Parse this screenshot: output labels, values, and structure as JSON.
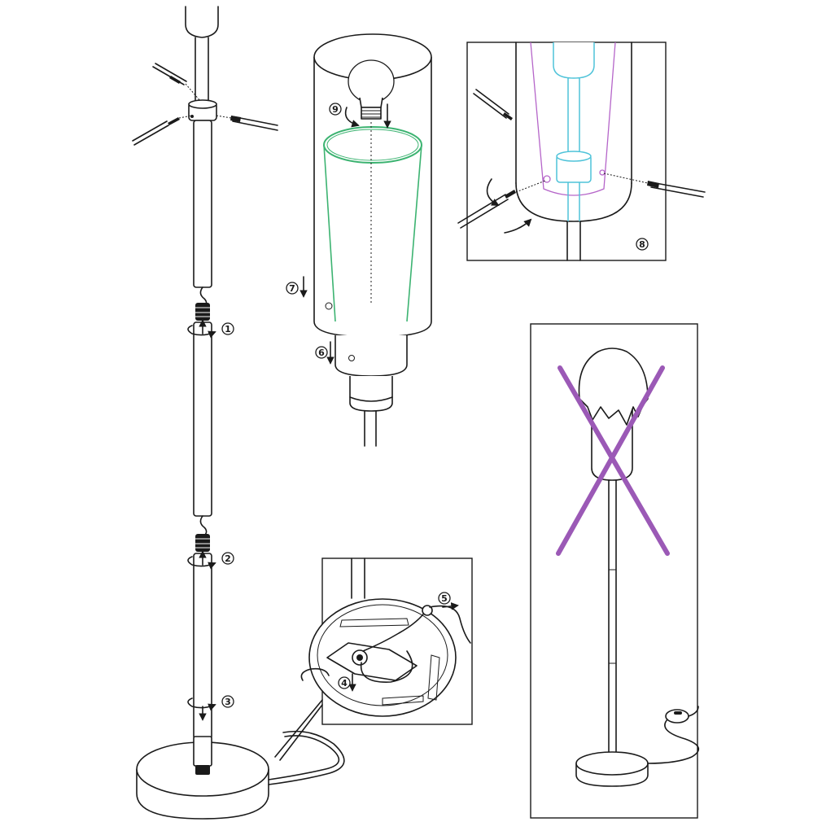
{
  "steps": [
    {
      "number": "1"
    },
    {
      "number": "2"
    },
    {
      "number": "3"
    },
    {
      "number": "4"
    },
    {
      "number": "5"
    },
    {
      "number": "6"
    },
    {
      "number": "7"
    },
    {
      "number": "8"
    },
    {
      "number": "9"
    }
  ],
  "colors": {
    "line": "#1a1a1a",
    "shade_guide": "#3cb371",
    "inner_tube": "#4fc3d9",
    "diffuser": "#b565c9",
    "warning_cross": "#9b59b6"
  },
  "icons": [
    "rotate-arrow-icon",
    "down-arrow-icon",
    "warning-cross-icon",
    "foot-switch-icon"
  ]
}
